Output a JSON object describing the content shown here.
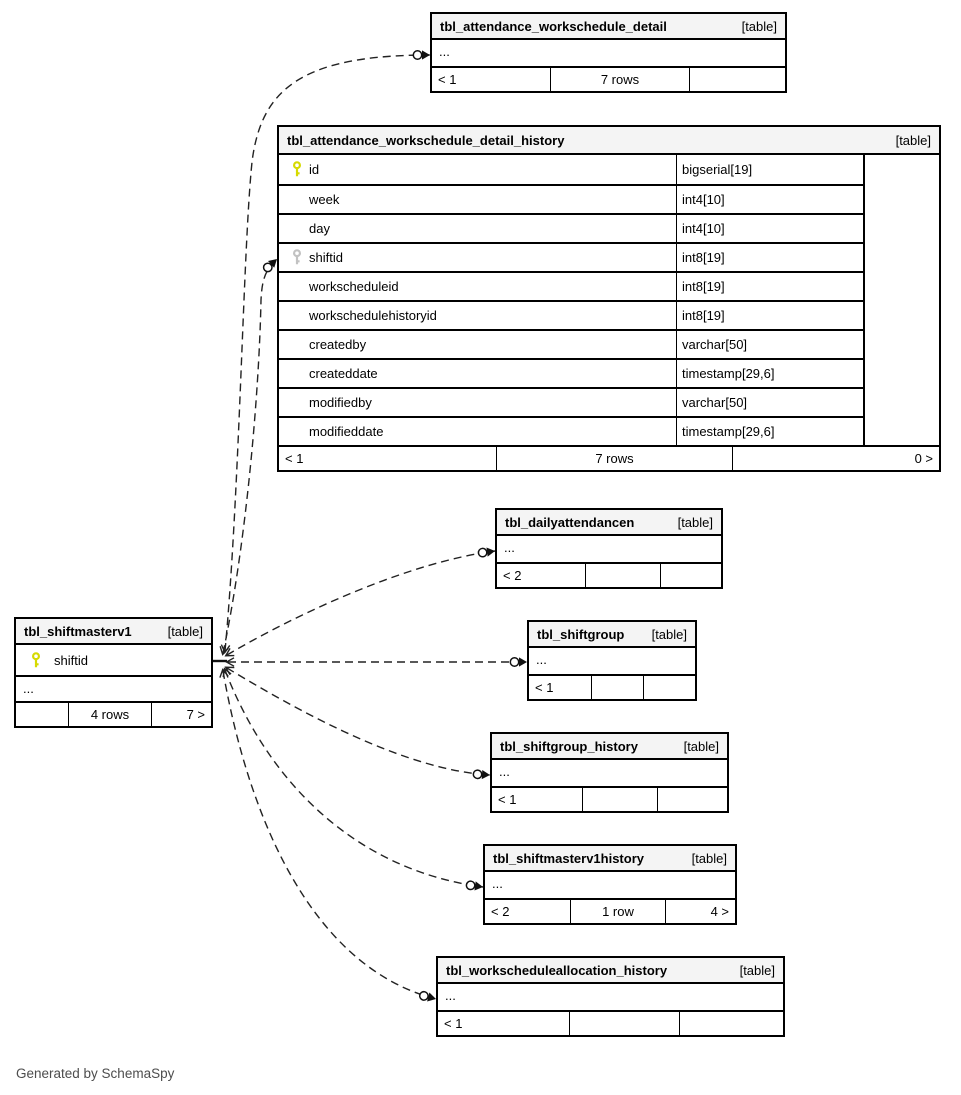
{
  "app": {
    "credit": "Generated by SchemaSpy"
  },
  "colors": {
    "primary_key": "#d6da00",
    "foreign_key": "#c2c2c2",
    "header_bg": "#f4f4f4",
    "border": "#000000",
    "relationship_line": "#222222"
  },
  "tables": [
    {
      "name": "tbl_attendance_workschedule_detail",
      "tag": "[table]",
      "ellipsis": "...",
      "footer": [
        "< 1",
        "7 rows",
        ""
      ]
    },
    {
      "name": "tbl_attendance_workschedule_detail_history",
      "tag": "[table]",
      "columns": [
        {
          "key": "pk",
          "name": "id",
          "type": "bigserial[19]"
        },
        {
          "key": "",
          "name": "week",
          "type": "int4[10]"
        },
        {
          "key": "",
          "name": "day",
          "type": "int4[10]"
        },
        {
          "key": "fk",
          "name": "shiftid",
          "type": "int8[19]"
        },
        {
          "key": "",
          "name": "workscheduleid",
          "type": "int8[19]"
        },
        {
          "key": "",
          "name": "workschedulehistoryid",
          "type": "int8[19]"
        },
        {
          "key": "",
          "name": "createdby",
          "type": "varchar[50]"
        },
        {
          "key": "",
          "name": "createddate",
          "type": "timestamp[29,6]"
        },
        {
          "key": "",
          "name": "modifiedby",
          "type": "varchar[50]"
        },
        {
          "key": "",
          "name": "modifieddate",
          "type": "timestamp[29,6]"
        }
      ],
      "footer": [
        "< 1",
        "7 rows",
        "0 >"
      ]
    },
    {
      "name": "tbl_dailyattendancen",
      "tag": "[table]",
      "ellipsis": "...",
      "footer": [
        "< 2",
        "",
        ""
      ]
    },
    {
      "name": "tbl_shiftmasterv1",
      "tag": "[table]",
      "columns": [
        {
          "key": "pk",
          "name": "shiftid",
          "type": ""
        }
      ],
      "ellipsis": "...",
      "footer": [
        "",
        "4 rows",
        "7 >"
      ]
    },
    {
      "name": "tbl_shiftgroup",
      "tag": "[table]",
      "ellipsis": "...",
      "footer": [
        "< 1",
        "",
        ""
      ]
    },
    {
      "name": "tbl_shiftgroup_history",
      "tag": "[table]",
      "ellipsis": "...",
      "footer": [
        "< 1",
        "",
        ""
      ]
    },
    {
      "name": "tbl_shiftmasterv1history",
      "tag": "[table]",
      "ellipsis": "...",
      "footer": [
        "< 2",
        "1 row",
        "4 >"
      ]
    },
    {
      "name": "tbl_workscheduleallocation_history",
      "tag": "[table]",
      "ellipsis": "...",
      "footer": [
        "< 1",
        "",
        ""
      ]
    }
  ],
  "relationships": [
    {
      "from": "tbl_shiftmasterv1.shiftid",
      "to": "tbl_attendance_workschedule_detail"
    },
    {
      "from": "tbl_shiftmasterv1.shiftid",
      "to": "tbl_attendance_workschedule_detail_history.shiftid"
    },
    {
      "from": "tbl_shiftmasterv1.shiftid",
      "to": "tbl_dailyattendancen"
    },
    {
      "from": "tbl_shiftmasterv1.shiftid",
      "to": "tbl_shiftgroup"
    },
    {
      "from": "tbl_shiftmasterv1.shiftid",
      "to": "tbl_shiftgroup_history"
    },
    {
      "from": "tbl_shiftmasterv1.shiftid",
      "to": "tbl_shiftmasterv1history"
    },
    {
      "from": "tbl_shiftmasterv1.shiftid",
      "to": "tbl_workscheduleallocation_history"
    }
  ]
}
